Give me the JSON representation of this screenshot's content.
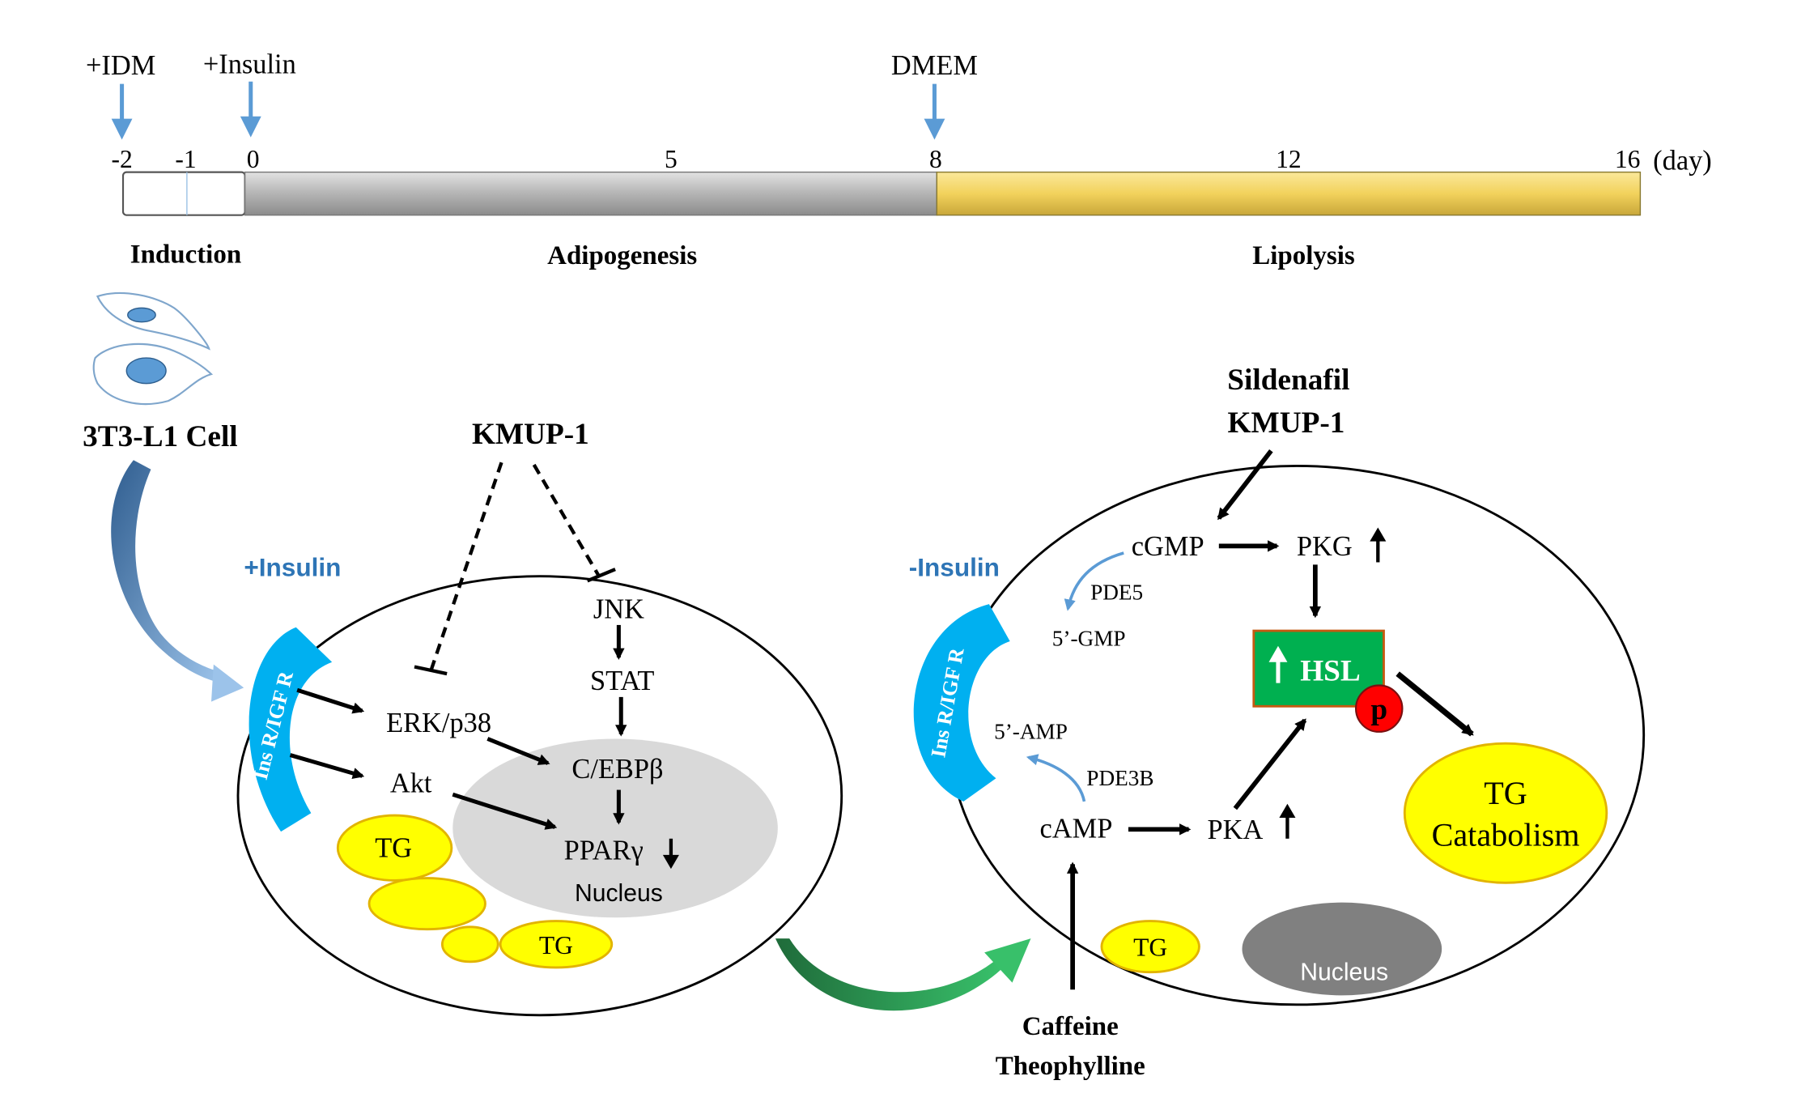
{
  "timeline": {
    "treatments": {
      "idm": "+IDM",
      "insulin": "+Insulin",
      "dmem": "DMEM"
    },
    "ticks": {
      "m2": "-2",
      "m1": "-1",
      "d0": "0",
      "d5": "5",
      "d8": "8",
      "d12": "12",
      "d16": "16"
    },
    "unit": "(day)",
    "phases": {
      "induction": "Induction",
      "adipogenesis": "Adipogenesis",
      "lipolysis": "Lipolysis"
    }
  },
  "cell_label": "3T3-L1 Cell",
  "left_cell": {
    "condition": "+Insulin",
    "receptor": "Ins R/IGF R",
    "drug": "KMUP-1",
    "nodes": {
      "jnk": "JNK",
      "stat": "STAT",
      "erk": "ERK/p38",
      "akt": "Akt",
      "cebpb": "C/EBPβ",
      "pparg": "PPARγ"
    },
    "nucleus": "Nucleus",
    "tg": "TG"
  },
  "right_cell": {
    "condition": "-Insulin",
    "receptor": "Ins R/IGF R",
    "drugs_top": [
      "Sildenafil",
      "KMUP-1"
    ],
    "drugs_bottom": [
      "Caffeine",
      "Theophylline"
    ],
    "nodes": {
      "cgmp": "cGMP",
      "pkg": "PKG",
      "pde5": "PDE5",
      "gmp5": "5’-GMP",
      "amp5": "5’-AMP",
      "pde3b": "PDE3B",
      "camp": "cAMP",
      "pka": "PKA",
      "hsl": "HSL",
      "p": "p"
    },
    "catabolism": [
      "TG",
      "Catabolism"
    ],
    "tg": "TG",
    "nucleus": "Nucleus"
  },
  "colors": {
    "blue_accent": "#5b9bd5",
    "receptor_cyan": "#00b0f0",
    "condition_blue": "#2e75b6",
    "hsl_green": "#00b050",
    "p_red": "#ff0000",
    "tg_yellow": "#ffff00",
    "lipolysis_bar": "#f2d25c",
    "adipogenesis_bar": "#b0b0b0"
  }
}
